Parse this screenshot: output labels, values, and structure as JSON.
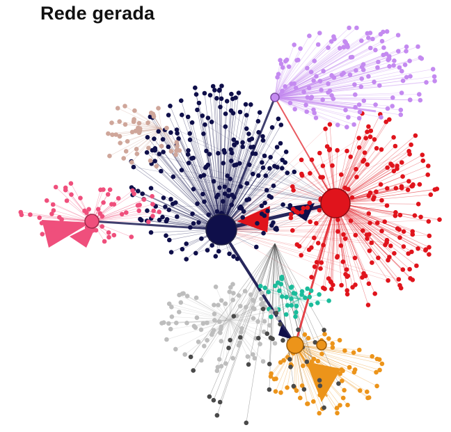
{
  "title": "Rede gerada",
  "clusters": [
    {
      "name": "navy",
      "color": "#0f0f4a",
      "count": 230
    },
    {
      "name": "red",
      "color": "#e0141c",
      "count": 200
    },
    {
      "name": "violet",
      "color": "#c48af0",
      "count": 140
    },
    {
      "name": "pink",
      "color": "#ef4f7c",
      "count": 60
    },
    {
      "name": "orange",
      "color": "#ec941a",
      "count": 75
    },
    {
      "name": "teal",
      "color": "#1bbc9b",
      "count": 35
    },
    {
      "name": "gray",
      "color": "#bdbdbd",
      "count": 90
    },
    {
      "name": "tan",
      "color": "#cfa69a",
      "count": 45
    },
    {
      "name": "darkgray",
      "color": "#4a4a4a",
      "count": 35
    }
  ]
}
